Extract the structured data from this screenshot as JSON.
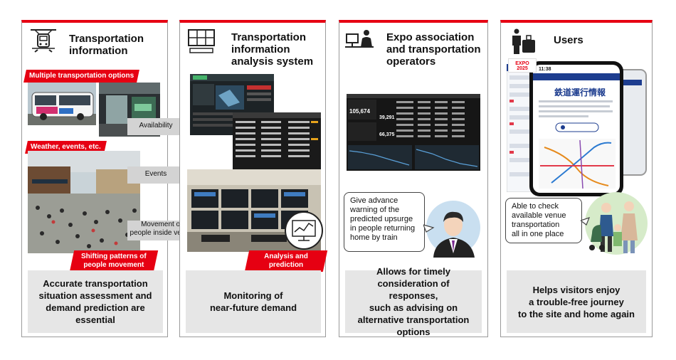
{
  "panels": [
    {
      "title": "Transportation\ninformation",
      "icon": "train-icon",
      "tags": [
        "Multiple transportation options",
        "Weather, events, etc.",
        "Shifting patterns of\npeople movement"
      ],
      "arrows": [
        "Availability",
        "Events",
        "Movement of\npeople inside venue"
      ],
      "summary": "Accurate transportation\nsituation assessment and\ndemand prediction are\nessential"
    },
    {
      "title": "Transportation\ninformation\nanalysis system",
      "icon": "monitor-grid-icon",
      "tags": [
        "Analysis and prediction"
      ],
      "summary": "Monitoring of\nnear-future demand"
    },
    {
      "title": "Expo association\nand transportation\noperators",
      "icon": "operator-desk-icon",
      "bubble": "Give advance\nwarning of the\npredicted upsurge\nin people returning\nhome by train",
      "summary": "Allows for timely\nconsideration of responses,\nsuch as advising on\nalternative transportation\noptions"
    },
    {
      "title": "Users",
      "icon": "traveler-luggage-icon",
      "bubble": "Able to check\navailable venue\ntransportation\nall in one place",
      "phone": {
        "time": "11:38",
        "header": "鉄道運行情報",
        "logo": "EXPO\n2025"
      },
      "summary": "Helps visitors enjoy\na trouble-free journey\nto the site and home again"
    }
  ],
  "dashboard_numbers": {
    "total_a": "105,674",
    "total_b": "39,291",
    "total_c": "66,375"
  },
  "colors": {
    "accent": "#e60012",
    "summary_bg": "#e6e6e6",
    "border": "#9a9a9a"
  }
}
